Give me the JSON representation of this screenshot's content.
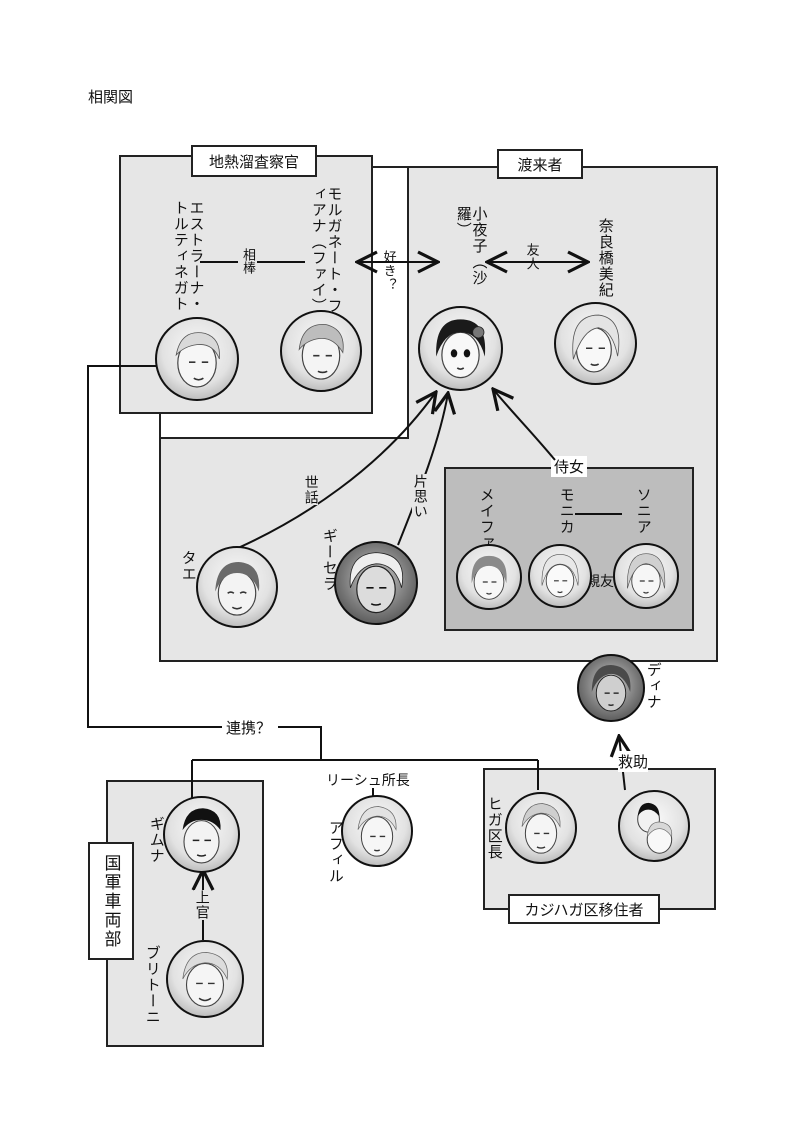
{
  "page_title": "相関図",
  "groups": {
    "geothermal": "地熱溜査察官",
    "visitors": "渡来者",
    "maids": "侍女",
    "army": "国軍車両部",
    "migrants": "カジハガ区移住者"
  },
  "people": {
    "estrana": "エストラーナ・トルティネガト",
    "morgane": "モルガネート・フィアナ（ファイ）",
    "sayoko": "小夜子（沙羅）",
    "nara": "奈良橋美紀",
    "tae": "タエ",
    "gisela": "ギーセラ",
    "meifa": "メイファ",
    "monika": "モニカ",
    "sonia": "ソニア",
    "dina": "ディナ",
    "gimna": "ギムナ",
    "britoni": "ブリトーニ",
    "afil": "アフィル",
    "higa": "ヒガ区長",
    "rescued": ""
  },
  "relations": {
    "partner": "相棒",
    "likes": "好き？",
    "friend": "友人",
    "care": "世話",
    "crush": "片思い",
    "maid": "侍女",
    "best_friend": "親友",
    "alliance": "連携？",
    "director": "リーシュ所長",
    "rescue": "救助",
    "superior": "上官"
  },
  "colors": {
    "panel": "#e6e6e6",
    "maid_panel": "#bdbdbd",
    "line": "#111111"
  }
}
